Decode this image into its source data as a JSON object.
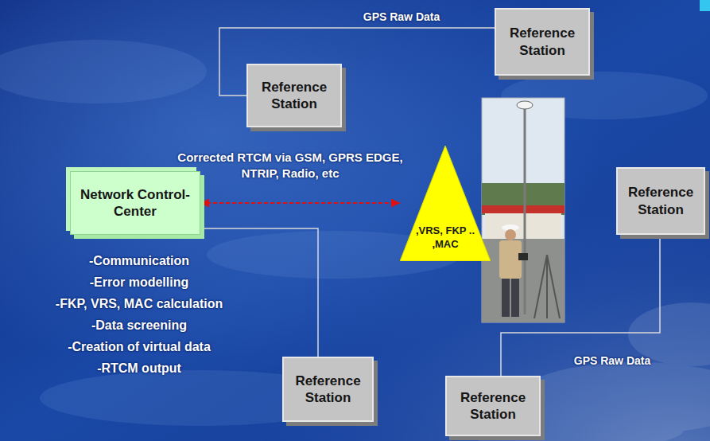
{
  "diagram": {
    "nodes": [
      {
        "text": [
          "Reference Station"
        ]
      },
      {
        "text": [
          "Reference Station"
        ]
      },
      {
        "text": [
          "Network Control-Center"
        ]
      },
      {
        "text": [
          ",VRS, FKP .. ,MAC"
        ]
      },
      {
        "text": [
          "Reference Station"
        ]
      },
      {
        "text": [
          "Reference Station"
        ]
      },
      {
        "text": [
          "Reference Station"
        ]
      }
    ],
    "edges": [
      {
        "from": 0,
        "to": 1,
        "arrow": "none"
      },
      {
        "from": 2,
        "to": 3,
        "arrow": "both"
      },
      {
        "from": 2,
        "to": 5,
        "arrow": "none"
      },
      {
        "from": 4,
        "to": 6,
        "arrow": "none"
      }
    ],
    "labels": [
      "GPS Raw Data",
      "Corrected RTCM via GSM, GPRS EDGE, NTRIP, Radio, etc",
      "-Communication",
      "-Error modelling",
      "-FKP, VRS, MAC calculation",
      "-Data screening",
      "-Creation of virtual data",
      "-RTCM output",
      "GPS Raw Data"
    ]
  }
}
